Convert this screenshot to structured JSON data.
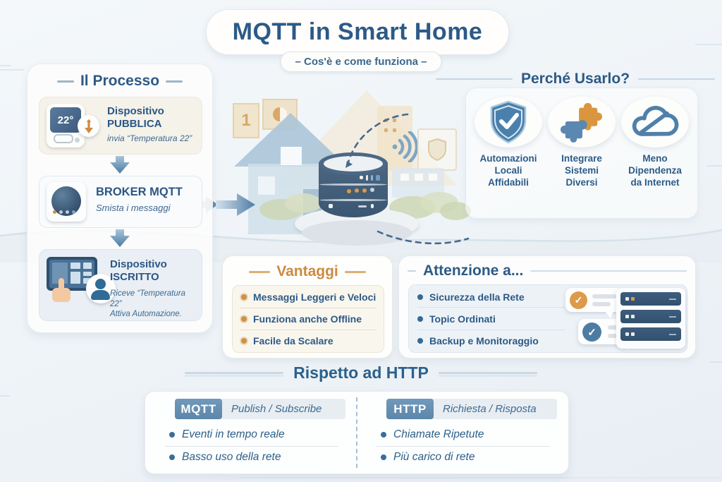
{
  "colors": {
    "primary_blue": "#2d5a85",
    "accent_orange": "#cc8a3e",
    "badge_blue": "#6791b3",
    "arrow_blue": "#4e7ea6"
  },
  "header": {
    "title": "MQTT in Smart Home",
    "subtitle": "–  Cos'è e come funziona  –"
  },
  "process": {
    "heading": "Il Processo",
    "steps": [
      {
        "title": "Dispositivo\nPUBBLICA",
        "desc": "invia “Temperatura 22”",
        "device_reading": "22°",
        "icon": "thermostat-publish-icon"
      },
      {
        "title": "BROKER MQTT",
        "desc": "Smista i messaggi",
        "icon": "smart-speaker-icon"
      },
      {
        "title": "Dispositivo\nISCRITTO",
        "desc": "Riceve “Temperatura 22”\nAttiva Automazione.",
        "icon": "dashboard-user-icon"
      }
    ]
  },
  "why": {
    "heading": "Perché Usarlo?",
    "items": [
      {
        "label": "Automazioni\nLocali\nAffidabili",
        "icon": "shield-check-icon"
      },
      {
        "label": "Integrare\nSistemi\nDiversi",
        "icon": "puzzle-icon"
      },
      {
        "label": "Meno Dipendenza\nda Internet",
        "icon": "cloud-offline-icon"
      }
    ]
  },
  "advantages": {
    "heading": "Vantaggi",
    "items": [
      "Messaggi Leggeri e Veloci",
      "Funziona anche Offline",
      "Facile da Scalare"
    ]
  },
  "cautions": {
    "heading": "Attenzione a...",
    "items": [
      "Sicurezza della Rete",
      "Topic Ordinati",
      "Backup e Monitoraggio"
    ]
  },
  "comparison": {
    "heading": "Rispetto ad HTTP",
    "columns": [
      {
        "badge": "MQTT",
        "model": "Publish / Subscribe",
        "items": [
          "Eventi in tempo reale",
          "Basso uso della rete"
        ]
      },
      {
        "badge": "HTTP",
        "model": "Richiesta / Risposta",
        "items": [
          "Chiamate Ripetute",
          "Più carico di rete"
        ]
      }
    ]
  }
}
